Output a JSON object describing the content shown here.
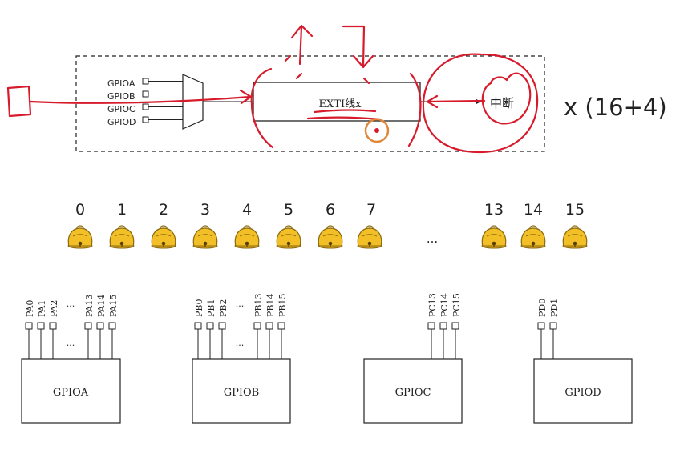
{
  "exti": {
    "mux_inputs": [
      "GPIOA",
      "GPIOB",
      "GPIOC",
      "GPIOD"
    ],
    "line_label": "EXTI线x",
    "interrupt_label": "中断",
    "multiplier": "x (16+4)"
  },
  "lines": {
    "left": [
      "0",
      "1",
      "2",
      "3",
      "4",
      "5",
      "6",
      "7"
    ],
    "ellipsis": "...",
    "right": [
      "13",
      "14",
      "15"
    ]
  },
  "gpio_blocks": [
    {
      "name": "GPIOA",
      "pins_left": [
        "PA0",
        "PA1",
        "PA2"
      ],
      "pins_right": [
        "PA13",
        "PA14",
        "PA15"
      ],
      "ellipsis": "..."
    },
    {
      "name": "GPIOB",
      "pins_left": [
        "PB0",
        "PB1",
        "PB2"
      ],
      "pins_right": [
        "PB13",
        "PB14",
        "PB15"
      ],
      "ellipsis": "..."
    },
    {
      "name": "GPIOC",
      "pins_left": [],
      "pins_right": [
        "PC13",
        "PC14",
        "PC15"
      ],
      "ellipsis": ""
    },
    {
      "name": "GPIOD",
      "pins_left": [
        "PD0",
        "PD1"
      ],
      "pins_right": [],
      "ellipsis": ""
    }
  ],
  "colors": {
    "ink": "#d81b2c",
    "bell": "#f2c026",
    "cursor_ring": "#e0873a",
    "line": "#222222"
  }
}
